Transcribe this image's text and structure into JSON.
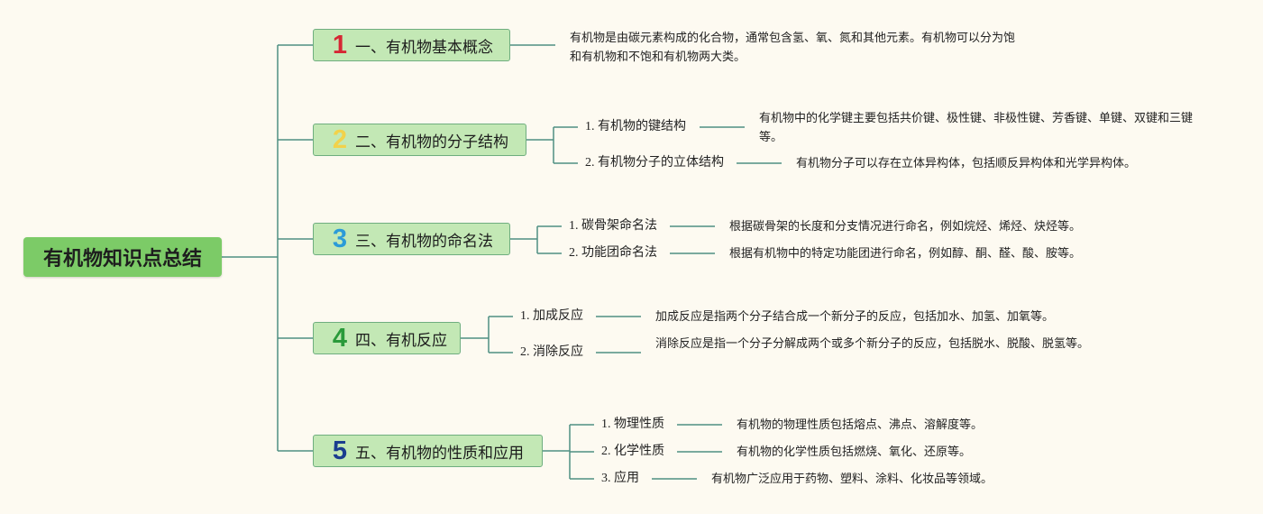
{
  "root": {
    "title": "有机物知识点总结"
  },
  "topics": [
    {
      "number": "1",
      "number_color": "#d62734",
      "label": "一、有机物基本概念",
      "desc": "有机物是由碳元素构成的化合物，通常包含氢、氧、氮和其他元素。有机物可以分为饱和有机物和不饱和有机物两大类。"
    },
    {
      "number": "2",
      "number_color": "#f2d24b",
      "label": "二、有机物的分子结构",
      "subs": [
        {
          "label": "1. 有机物的键结构",
          "desc": "有机物中的化学键主要包括共价键、极性键、非极性键、芳香键、单键、双键和三键等。"
        },
        {
          "label": "2. 有机物分子的立体结构",
          "desc": "有机物分子可以存在立体异构体，包括顺反异构体和光学异构体。"
        }
      ]
    },
    {
      "number": "3",
      "number_color": "#2b9bd8",
      "label": "三、有机物的命名法",
      "subs": [
        {
          "label": "1. 碳骨架命名法",
          "desc": "根据碳骨架的长度和分支情况进行命名，例如烷烃、烯烃、炔烃等。"
        },
        {
          "label": "2. 功能团命名法",
          "desc": "根据有机物中的特定功能团进行命名，例如醇、酮、醛、酸、胺等。"
        }
      ]
    },
    {
      "number": "4",
      "number_color": "#2a9a3a",
      "label": "四、有机反应",
      "subs": [
        {
          "label": "1. 加成反应",
          "desc": "加成反应是指两个分子结合成一个新分子的反应，包括加水、加氢、加氧等。"
        },
        {
          "label": "2. 消除反应",
          "desc": "消除反应是指一个分子分解成两个或多个新分子的反应，包括脱水、脱酸、脱氢等。"
        }
      ]
    },
    {
      "number": "5",
      "number_color": "#1a3d8f",
      "label": "五、有机物的性质和应用",
      "subs": [
        {
          "label": "1. 物理性质",
          "desc": "有机物的物理性质包括熔点、沸点、溶解度等。"
        },
        {
          "label": "2. 化学性质",
          "desc": "有机物的化学性质包括燃烧、氧化、还原等。"
        },
        {
          "label": "3. 应用",
          "desc": "有机物广泛应用于药物、塑料、涂料、化妆品等领域。"
        }
      ]
    }
  ],
  "colors": {
    "line": "#4f8f83"
  }
}
